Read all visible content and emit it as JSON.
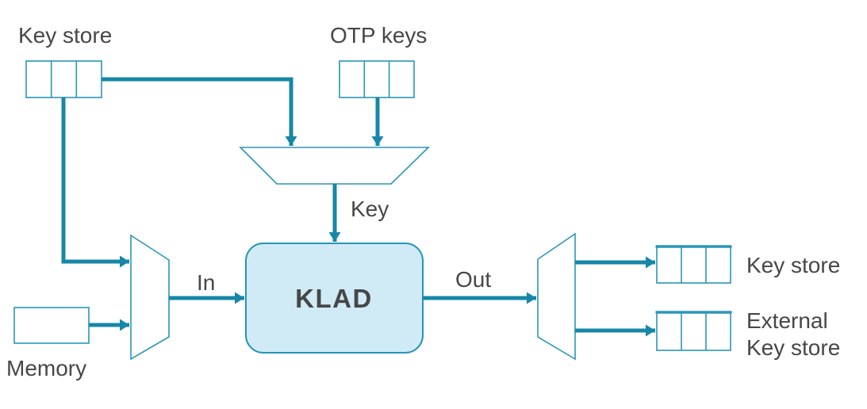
{
  "colors": {
    "arrow": "#1787a7",
    "outline": "#2a96b8",
    "klad_fill": "#d0ebf6",
    "klad_border": "#2695b8",
    "text": "#474747",
    "background": "#ffffff"
  },
  "nodes": {
    "key_store_top": {
      "label": "Key store"
    },
    "otp_keys": {
      "label": "OTP keys"
    },
    "memory": {
      "label": "Memory"
    },
    "klad": {
      "label": "KLAD"
    },
    "key_store_out": {
      "label": "Key store"
    },
    "external_key_store": {
      "line1": "External",
      "line2": "Key store"
    }
  },
  "edges": {
    "key": {
      "label": "Key"
    },
    "input": {
      "label": "In"
    },
    "output": {
      "label": "Out"
    }
  }
}
